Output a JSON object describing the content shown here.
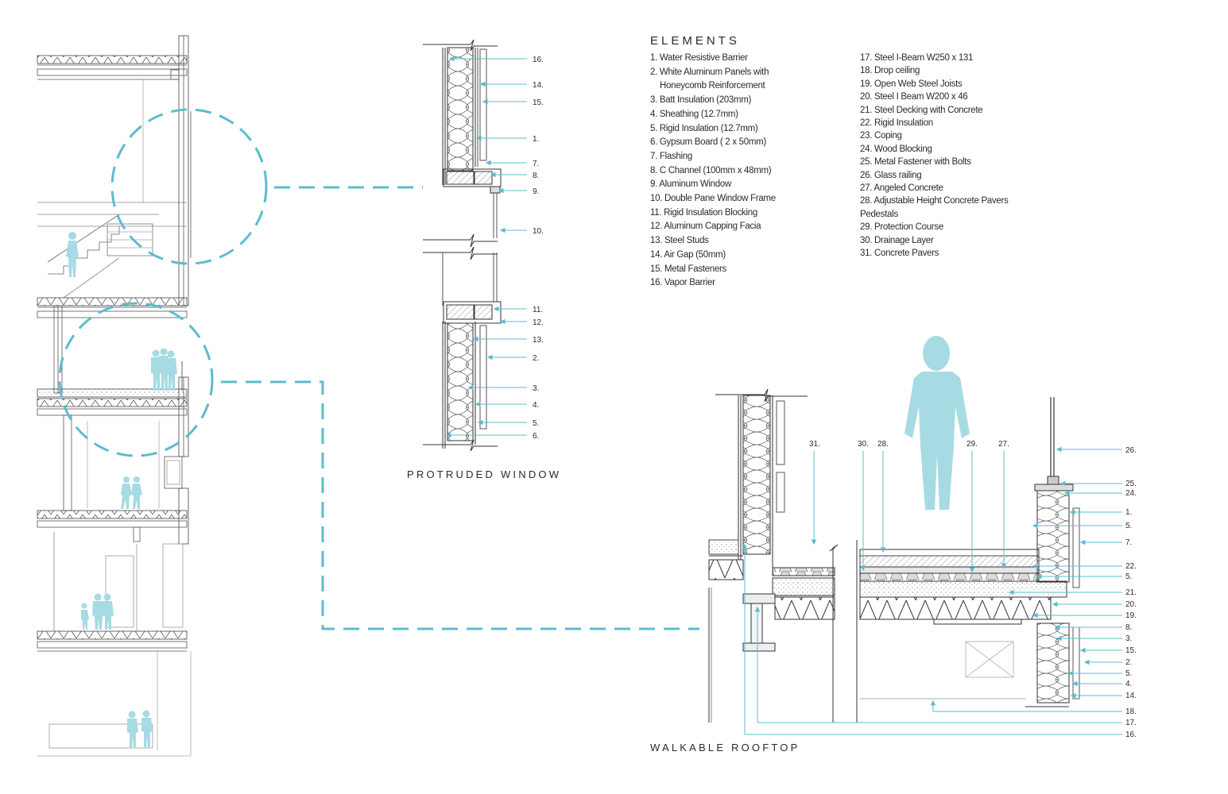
{
  "elements_title": "ELEMENTS",
  "legend_col1": [
    "1. Water Resistive Barrier",
    "2. White Aluminum Panels with",
    "Honeycomb Reinforcement",
    "3.  Batt Insulation (203mm)",
    "4. Sheathing (12.7mm)",
    "5. Rigid Insulation (12.7mm)",
    "6. Gypsum Board ( 2 x 50mm)",
    "7. Flashing",
    "8. C Channel (100mm x 48mm)",
    "9. Aluminum Window",
    "10. Double Pane Window Frame",
    "11. Rigid Insulation Blocking",
    "12. Aluminum Capping Facia",
    "13. Steel Studs",
    "14. Air Gap (50mm)",
    "15. Metal Fasteners",
    "16. Vapor Barrier"
  ],
  "legend_col2": [
    "17. Steel I-Beam W250 x 131",
    "18. Drop ceiling",
    "19. Open Web Steel Joists",
    "20. Steel I Beam W200 x 46",
    "21. Steel Decking with Concrete",
    "22. Rigid Insulation",
    "23. Coping",
    "24. Wood Blocking",
    "25. Metal Fastener with Bolts",
    "26. Glass railing",
    "27. Angeled Concrete",
    "28. Adjustable Height Concrete Pavers",
    "Pedestals",
    "29. Protection Course",
    "30. Drainage Layer",
    "31. Concrete Pavers"
  ],
  "protruded_window_title": "PROTRUDED WINDOW",
  "walkable_rooftop_title": "WALKABLE ROOFTOP",
  "window_callouts": [
    "16.",
    "14.",
    "15.",
    "1.",
    "7.",
    "8.",
    "9.",
    "10.",
    "11.",
    "12.",
    "13.",
    "2.",
    "3.",
    "4.",
    "5.",
    "6."
  ],
  "rooftop_top_callouts": [
    "31.",
    "30.",
    "28.",
    "29.",
    "27."
  ],
  "rooftop_right_callouts": [
    "26.",
    "25.",
    "24.",
    "1.",
    "5.",
    "7.",
    "22.",
    "5.",
    "21.",
    "20.",
    "19.",
    "8.",
    "3.",
    "15.",
    "2.",
    "5.",
    "4.",
    "14.",
    "18.",
    "17.",
    "16."
  ],
  "colors": {
    "accent": "#5bbccd",
    "figure": "#a6dbe3",
    "line": "#3a3a3a",
    "light_line": "#9a9a9a"
  }
}
